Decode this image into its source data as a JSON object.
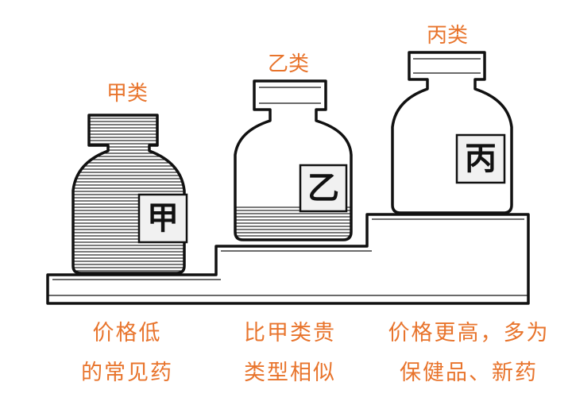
{
  "categories": [
    {
      "key": "a",
      "label": "甲类",
      "jar_tag": "甲",
      "desc_line1": "价格低",
      "desc_line2": "的常见药",
      "fill_level": 0.75
    },
    {
      "key": "b",
      "label": "乙类",
      "jar_tag": "乙",
      "desc_line1": "比甲类贵",
      "desc_line2": "类型相似",
      "fill_level": 0.28
    },
    {
      "key": "c",
      "label": "丙类",
      "jar_tag": "丙",
      "desc_line1": "价格更高，多为",
      "desc_line2": "保健品、新药",
      "fill_level": 0.0
    }
  ],
  "colors": {
    "accent": "#e8742c",
    "ink": "#111111",
    "paper": "#ffffff"
  }
}
